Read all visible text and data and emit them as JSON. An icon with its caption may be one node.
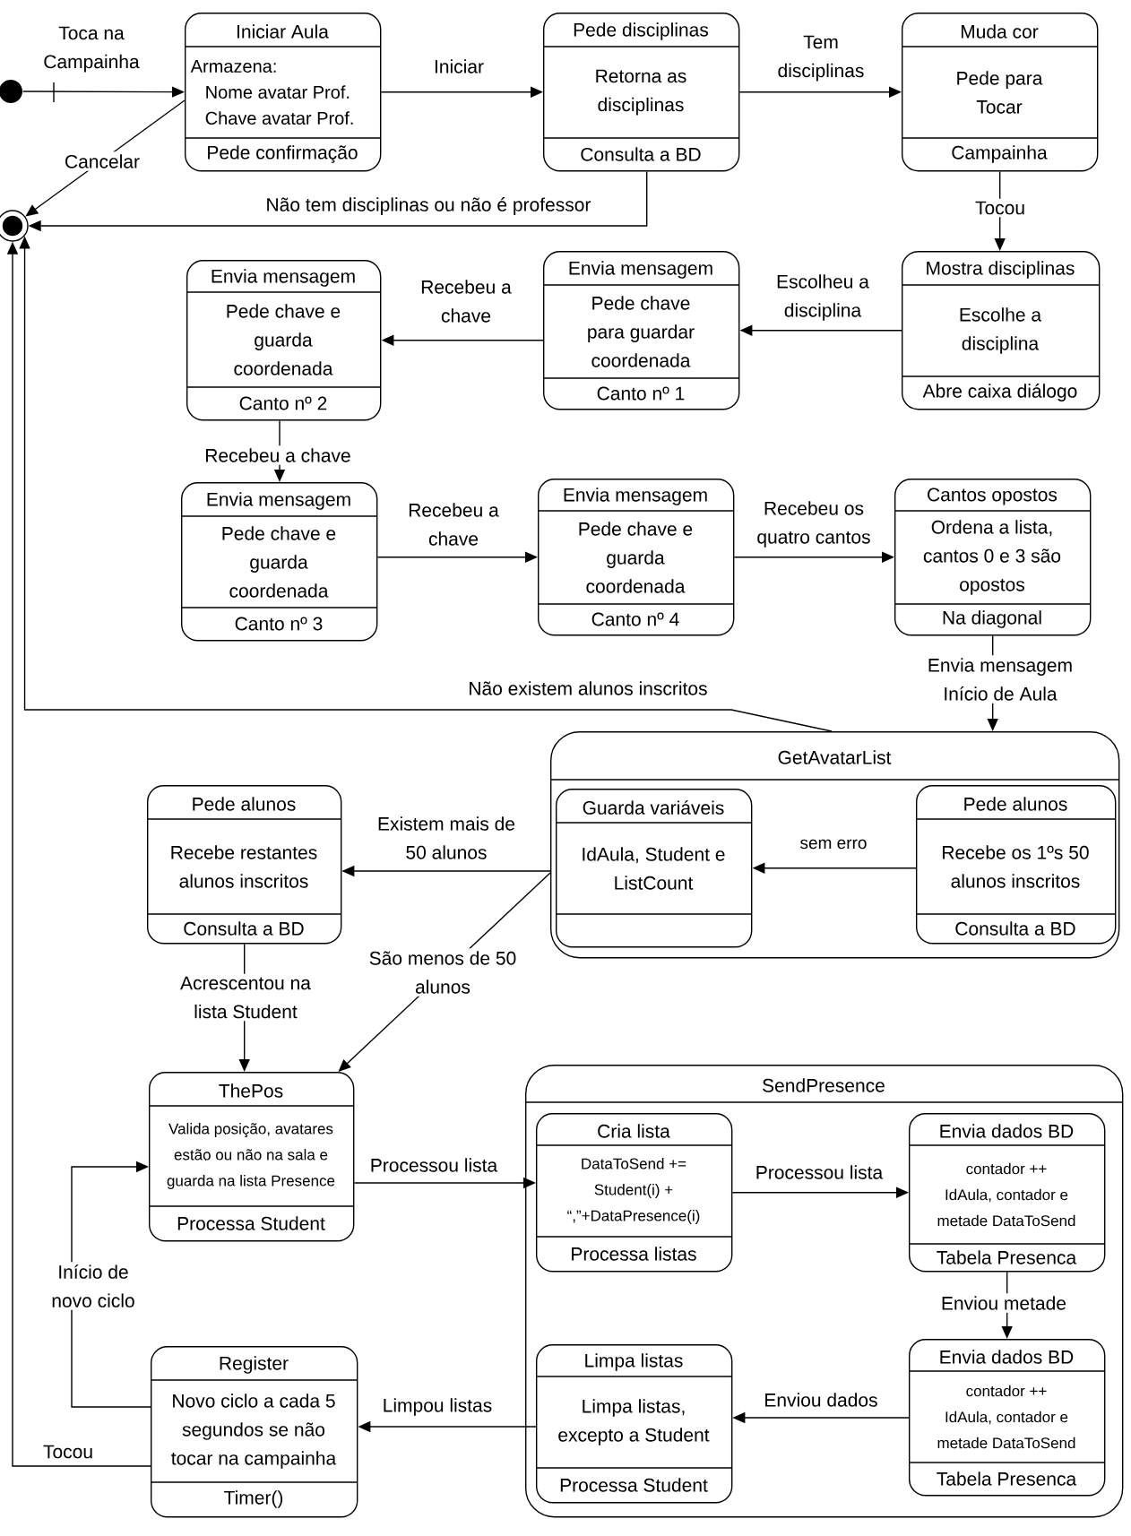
{
  "diagram": {
    "nodes": [
      {
        "text": [],
        "shape": "circle"
      },
      {
        "text": [],
        "shape": "circle"
      },
      {
        "text": [
          "Iniciar Aula",
          "Armazena:",
          "Nome avatar Prof.",
          "Chave avatar Prof.",
          "Pede confirmação"
        ]
      },
      {
        "text": [
          "Pede disciplinas",
          "Retorna as disciplinas",
          "Consulta a BD"
        ]
      },
      {
        "text": [
          "Muda cor",
          "Pede para Tocar",
          "Campainha"
        ]
      },
      {
        "text": [
          "Mostra disciplinas",
          "Escolhe a disciplina",
          "Abre caixa diálogo"
        ]
      },
      {
        "text": [
          "Envia mensagem",
          "Pede chave para guardar coordenada",
          "Canto nº 1"
        ]
      },
      {
        "text": [
          "Envia mensagem",
          "Pede chave e guarda coordenada",
          "Canto nº 2"
        ]
      },
      {
        "text": [
          "Envia mensagem",
          "Pede chave e guarda coordenada",
          "Canto nº 3"
        ]
      },
      {
        "text": [
          "Envia mensagem",
          "Pede chave e guarda coordenada",
          "Canto nº 4"
        ]
      },
      {
        "text": [
          "Cantos opostos",
          "Ordena a lista, cantos 0 e 3 são opostos",
          "Na diagonal"
        ]
      },
      {
        "text": [
          "GetAvatarList"
        ]
      },
      {
        "text": [
          "Guarda variáveis",
          "IdAula, Student e ListCount"
        ],
        "in": 11
      },
      {
        "text": [
          "Pede alunos",
          "Recebe os 1ºs 50 alunos inscritos",
          "Consulta a BD"
        ],
        "in": 11
      },
      {
        "text": [
          "Pede alunos",
          "Recebe restantes alunos inscritos",
          "Consulta a BD"
        ]
      },
      {
        "text": [
          "ThePos",
          "Valida posição, avatares estão ou não na sala e guarda na lista Presence",
          "Processa Student"
        ]
      },
      {
        "text": [
          "SendPresence"
        ]
      },
      {
        "text": [
          "Cria lista",
          "DataToSend += Student(i) + “,”+DataPresence(i)",
          "Processa listas"
        ],
        "in": 16
      },
      {
        "text": [
          "Envia dados BD",
          "contador ++",
          "IdAula, contador e metade DataToSend",
          "Tabela Presenca"
        ],
        "in": 16
      },
      {
        "text": [
          "Envia dados BD",
          "contador ++",
          "IdAula, contador e metade DataToSend",
          "Tabela Presenca"
        ],
        "in": 16
      },
      {
        "text": [
          "Limpa listas",
          "Limpa listas, excepto a Student",
          "Processa Student"
        ],
        "in": 16
      },
      {
        "text": [
          "Register",
          "Novo ciclo a cada 5 segundos se não tocar na campainha",
          "Timer()"
        ]
      }
    ],
    "edges": [
      {
        "from": 0,
        "to": 2,
        "arrow": "to",
        "label": "Toca na Campainha"
      },
      {
        "from": 2,
        "to": 1,
        "arrow": "to",
        "label": "Cancelar"
      },
      {
        "from": 2,
        "to": 3,
        "arrow": "to",
        "label": "Iniciar"
      },
      {
        "from": 3,
        "to": 4,
        "arrow": "to",
        "label": "Tem disciplinas"
      },
      {
        "from": 3,
        "to": 1,
        "arrow": "to",
        "label": "Não tem disciplinas ou não é professor"
      },
      {
        "from": 4,
        "to": 5,
        "arrow": "to",
        "label": "Tocou"
      },
      {
        "from": 5,
        "to": 6,
        "arrow": "to",
        "label": "Escolheu a disciplina"
      },
      {
        "from": 6,
        "to": 7,
        "arrow": "to",
        "label": "Recebeu a chave"
      },
      {
        "from": 7,
        "to": 8,
        "arrow": "to",
        "label": "Recebeu a chave"
      },
      {
        "from": 8,
        "to": 9,
        "arrow": "to",
        "label": "Recebeu a chave"
      },
      {
        "from": 9,
        "to": 10,
        "arrow": "to",
        "label": "Recebeu os quatro cantos"
      },
      {
        "from": 10,
        "to": 11,
        "arrow": "to",
        "label": "Envia mensagem Início de Aula"
      },
      {
        "from": 11,
        "to": 1,
        "arrow": "to",
        "label": "Não existem alunos inscritos"
      },
      {
        "from": 13,
        "to": 12,
        "arrow": "to",
        "label": "sem erro"
      },
      {
        "from": 11,
        "to": 14,
        "arrow": "to",
        "label": "Existem mais de 50 alunos"
      },
      {
        "from": 11,
        "to": 15,
        "arrow": "to",
        "label": "São menos de 50 alunos"
      },
      {
        "from": 14,
        "to": 15,
        "arrow": "to",
        "label": "Acrescentou na lista Student"
      },
      {
        "from": 15,
        "to": 17,
        "arrow": "to",
        "label": "Processou lista"
      },
      {
        "from": 17,
        "to": 18,
        "arrow": "to",
        "label": "Processou lista"
      },
      {
        "from": 18,
        "to": 19,
        "arrow": "to",
        "label": "Enviou metade"
      },
      {
        "from": 19,
        "to": 20,
        "arrow": "to",
        "label": "Enviou dados"
      },
      {
        "from": 20,
        "to": 21,
        "arrow": "to",
        "label": "Limpou listas"
      },
      {
        "from": 21,
        "to": 15,
        "arrow": "to",
        "label": "Início de novo ciclo"
      },
      {
        "from": 21,
        "to": 1,
        "arrow": "to",
        "label": "Tocou"
      }
    ]
  }
}
